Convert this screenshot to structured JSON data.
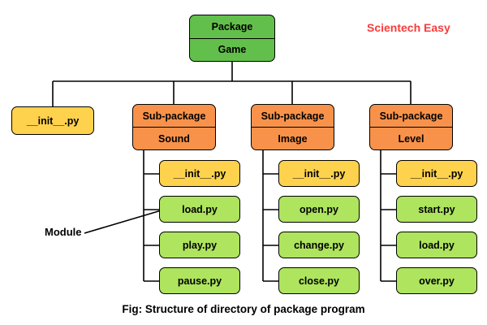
{
  "brand": "Scientech Easy",
  "caption": "Fig: Structure of directory of package program",
  "module_label": "Module",
  "root": {
    "line1": "Package",
    "line2": "Game"
  },
  "top_init": "__init__.py",
  "subpackages": [
    {
      "title": "Sub-package",
      "name": "Sound",
      "children": [
        "__init__.py",
        "load.py",
        "play.py",
        "pause.py"
      ]
    },
    {
      "title": "Sub-package",
      "name": "Image",
      "children": [
        "__init__.py",
        "open.py",
        "change.py",
        "close.py"
      ]
    },
    {
      "title": "Sub-package",
      "name": "Level",
      "children": [
        "__init__.py",
        "start.py",
        "load.py",
        "over.py"
      ]
    }
  ],
  "colors": {
    "root": "#63BF4B",
    "init": "#FFD24D",
    "subpackage": "#F8924A",
    "file": "#AEE45E",
    "brand": "#F93B3B"
  }
}
